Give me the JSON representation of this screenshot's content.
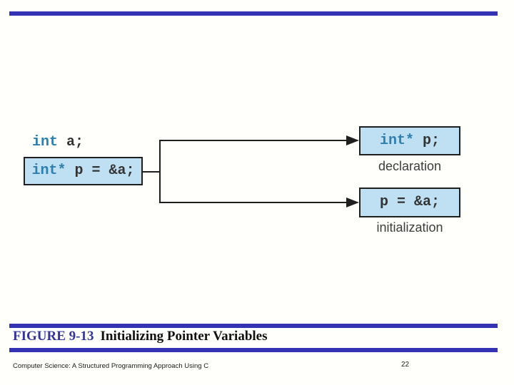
{
  "slide": {
    "diagram": {
      "declaration_line": {
        "keyword": "int",
        "rest": " a;"
      },
      "combined_box": {
        "keyword": "int*",
        "rest": " p = &a;"
      },
      "declaration_box": {
        "keyword": "int*",
        "rest": " p;"
      },
      "declaration_label": "declaration",
      "initialization_box": {
        "keyword": "",
        "rest": "p = &a;"
      },
      "initialization_label": "initialization"
    },
    "caption": {
      "figure_label": "FIGURE 9-13",
      "figure_title": "Initializing Pointer Variables"
    },
    "footer": {
      "book_title": "Computer Science: A Structured Programming Approach Using C",
      "page_number": "22"
    },
    "colors": {
      "bar_blue": "#3533b3",
      "box_fill": "#bfe0f2",
      "box_border": "#1f1f1f",
      "keyword_blue": "#2e7fae",
      "code_dark": "#333333",
      "label_gray": "#3c3c3c",
      "figure_label_blue": "#333399"
    }
  }
}
